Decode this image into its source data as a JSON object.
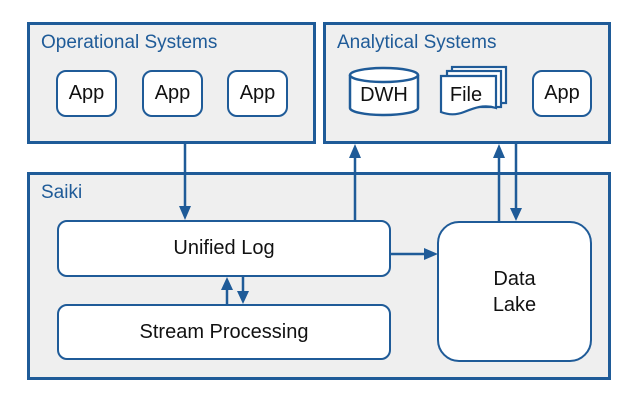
{
  "diagram": {
    "groups": {
      "operational": {
        "title": "Operational Systems",
        "nodes": [
          "App",
          "App",
          "App"
        ]
      },
      "analytical": {
        "title": "Analytical Systems",
        "nodes": {
          "dwh": "DWH",
          "file": "File",
          "app": "App"
        }
      },
      "saiki": {
        "title": "Saiki",
        "nodes": {
          "unified_log": "Unified Log",
          "stream_processing": "Stream Processing",
          "data_lake_line1": "Data",
          "data_lake_line2": "Lake"
        }
      }
    },
    "edges": [
      {
        "from": "Operational Systems",
        "to": "Unified Log"
      },
      {
        "from": "Unified Log",
        "to": "DWH"
      },
      {
        "from": "Unified Log",
        "to": "Data Lake"
      },
      {
        "from": "Unified Log",
        "to": "Stream Processing"
      },
      {
        "from": "Stream Processing",
        "to": "Unified Log"
      },
      {
        "from": "Data Lake",
        "to": "File"
      },
      {
        "from": "File",
        "to": "Data Lake"
      }
    ],
    "colors": {
      "accent": "#1f5b98",
      "group_fill": "#efefef",
      "node_fill": "#ffffff"
    }
  }
}
